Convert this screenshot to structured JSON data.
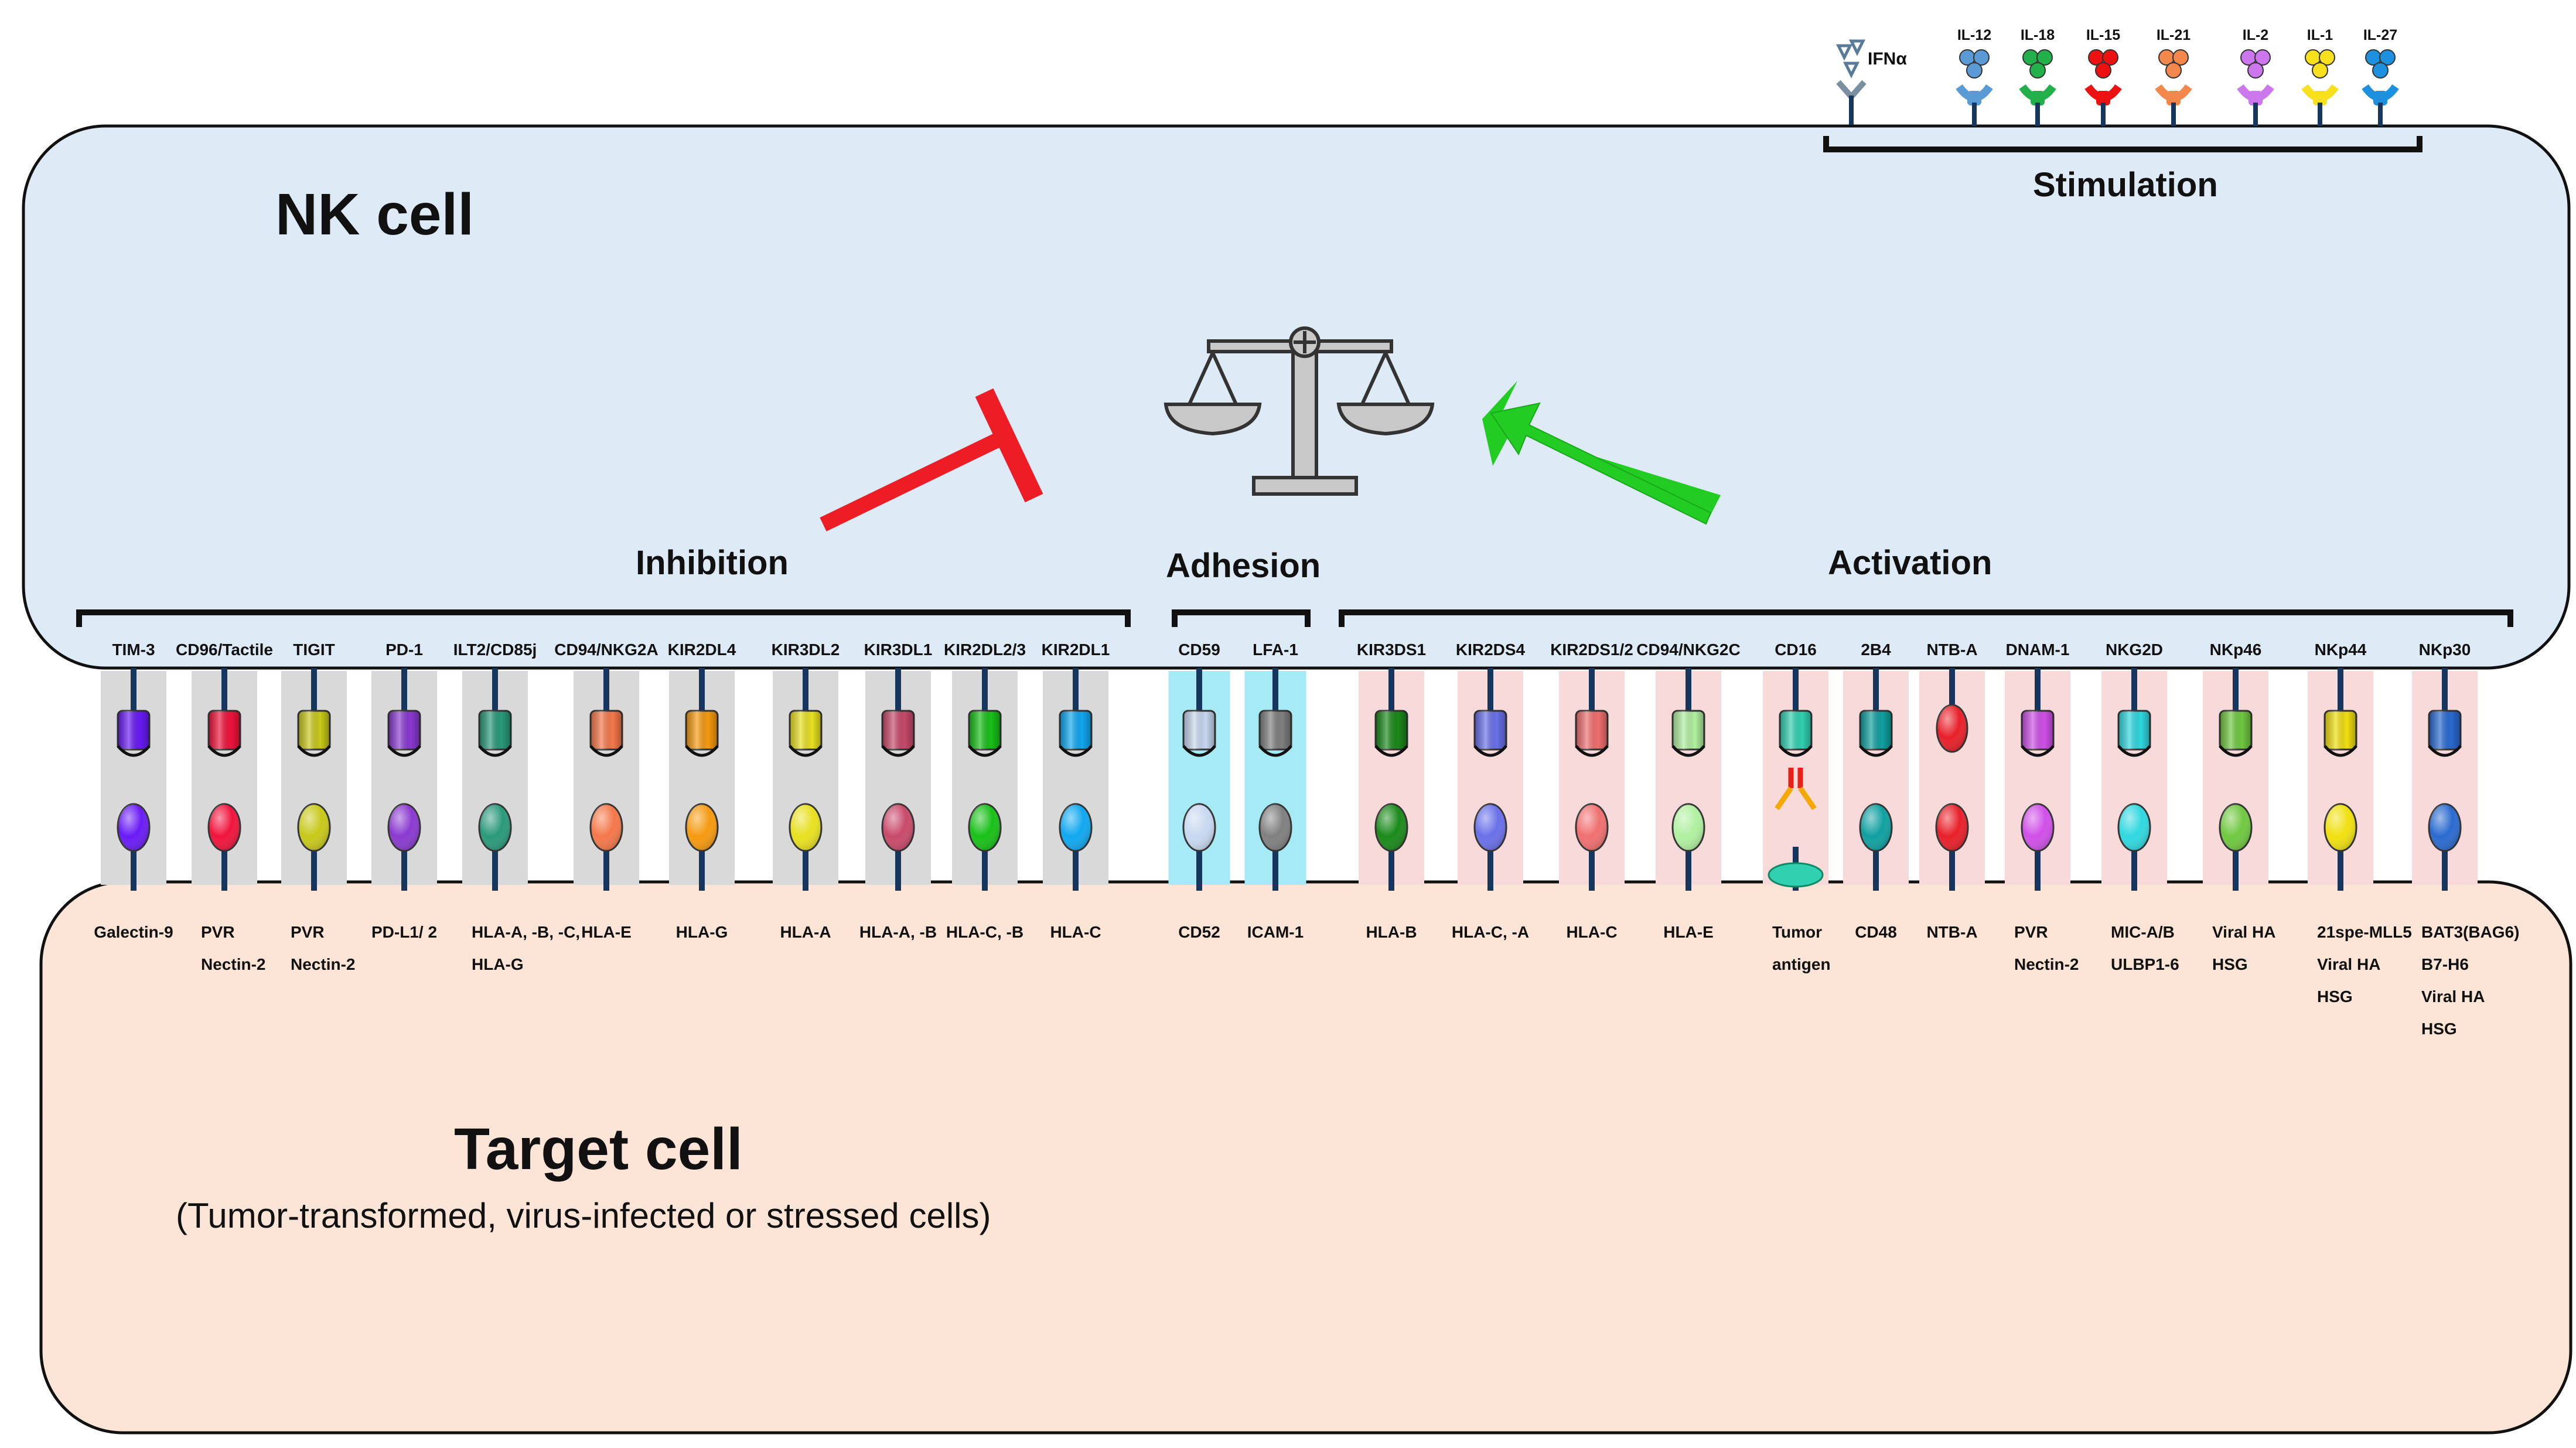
{
  "colors": {
    "nk_cell_fill": "#deebf7",
    "target_cell_fill": "#fce4d6",
    "inhibition_band": "#d9d9d9",
    "adhesion_band": "#a6eaf5",
    "activation_band": "#f9dada",
    "stalk": "#17365d",
    "inhibit_arrow": "#ee1c24",
    "activate_arrow": "#22cc22",
    "scale": "#bfbfbf"
  },
  "nk_cell": {
    "title": "NK cell"
  },
  "target_cell": {
    "title": "Target cell",
    "subtitle": "(Tumor-transformed, virus-infected or stressed cells)"
  },
  "groups": {
    "inhibition": "Inhibition",
    "adhesion": "Adhesion",
    "activation": "Activation",
    "stimulation": "Stimulation"
  },
  "stimulation": [
    {
      "name": "IFNα",
      "color": "#8fa9bf"
    },
    {
      "name": "IL-12",
      "color": "#5b9bd5"
    },
    {
      "name": "IL-18",
      "color": "#22b04b"
    },
    {
      "name": "IL-15",
      "color": "#ee1111"
    },
    {
      "name": "IL-21",
      "color": "#f4874b"
    },
    {
      "name": "IL-2",
      "color": "#cc77ee"
    },
    {
      "name": "IL-1",
      "color": "#f8e11c"
    },
    {
      "name": "IL-27",
      "color": "#1e90e0"
    }
  ],
  "receptors": [
    {
      "group": "inhibition",
      "name": "TIM-3",
      "color": "#6a1bf5",
      "ligands": [
        "Galectin-9"
      ]
    },
    {
      "group": "inhibition",
      "name": "CD96/Tactile",
      "color": "#f0143c",
      "ligands": [
        "PVR",
        "Nectin-2"
      ]
    },
    {
      "group": "inhibition",
      "name": "TIGIT",
      "color": "#c8c81a",
      "ligands": [
        "PVR",
        "Nectin-2"
      ]
    },
    {
      "group": "inhibition",
      "name": "PD-1",
      "color": "#8a3ad0",
      "ligands": [
        "PD-L1/ 2"
      ]
    },
    {
      "group": "inhibition",
      "name": "ILT2/CD85j",
      "color": "#2a9a7a",
      "ligands": [
        "HLA-A, -B, -C,",
        "HLA-G"
      ]
    },
    {
      "group": "inhibition",
      "name": "CD94/NKG2A",
      "color": "#f4784a",
      "ligands": [
        "HLA-E"
      ]
    },
    {
      "group": "inhibition",
      "name": "KIR2DL4",
      "color": "#f59a10",
      "ligands": [
        "HLA-G"
      ]
    },
    {
      "group": "inhibition",
      "name": "KIR3DL2",
      "color": "#e8e020",
      "ligands": [
        "HLA-A"
      ]
    },
    {
      "group": "inhibition",
      "name": "KIR3DL1",
      "color": "#c84a6a",
      "ligands": [
        "HLA-A, -B"
      ]
    },
    {
      "group": "inhibition",
      "name": "KIR2DL2/3",
      "color": "#18c018",
      "ligands": [
        "HLA-C, -B"
      ]
    },
    {
      "group": "inhibition",
      "name": "KIR2DL1",
      "color": "#10a8f0",
      "ligands": [
        "HLA-C"
      ]
    },
    {
      "group": "adhesion",
      "name": "CD59",
      "color": "#c8d8f0",
      "ligands": [
        "CD52"
      ]
    },
    {
      "group": "adhesion",
      "name": "LFA-1",
      "color": "#808080",
      "ligands": [
        "ICAM-1"
      ]
    },
    {
      "group": "activation",
      "name": "KIR3DS1",
      "color": "#1a8a1a",
      "ligands": [
        "HLA-B"
      ]
    },
    {
      "group": "activation",
      "name": "KIR2DS4",
      "color": "#6a70e8",
      "ligands": [
        "HLA-C, -A"
      ]
    },
    {
      "group": "activation",
      "name": "KIR2DS1/2",
      "color": "#f07070",
      "ligands": [
        "HLA-C"
      ]
    },
    {
      "group": "activation",
      "name": "CD94/NKG2C",
      "color": "#b0f0a0",
      "ligands": [
        "HLA-E"
      ]
    },
    {
      "group": "activation",
      "name": "CD16",
      "color": "#30d0b0",
      "ligands": [
        "Tumor",
        "antigen"
      ]
    },
    {
      "group": "activation",
      "name": "2B4",
      "color": "#10a0a0",
      "ligands": [
        "CD48"
      ]
    },
    {
      "group": "activation",
      "name": "NTB-A",
      "color": "#e8202a",
      "ligands": [
        "NTB-A"
      ]
    },
    {
      "group": "activation",
      "name": "DNAM-1",
      "color": "#d050e8",
      "ligands": [
        "PVR",
        "Nectin-2"
      ]
    },
    {
      "group": "activation",
      "name": "NKG2D",
      "color": "#30d8e0",
      "ligands": [
        "MIC-A/B",
        "ULBP1-6"
      ]
    },
    {
      "group": "activation",
      "name": "NKp46",
      "color": "#70c840",
      "ligands": [
        "Viral HA",
        "HSG"
      ]
    },
    {
      "group": "activation",
      "name": "NKp44",
      "color": "#f0e010",
      "ligands": [
        "21spe-MLL5",
        "Viral HA",
        "HSG"
      ]
    },
    {
      "group": "activation",
      "name": "NKp30",
      "color": "#2a6ad0",
      "ligands": [
        "BAT3(BAG6)",
        "B7-H6",
        "Viral HA",
        "HSG"
      ]
    }
  ]
}
